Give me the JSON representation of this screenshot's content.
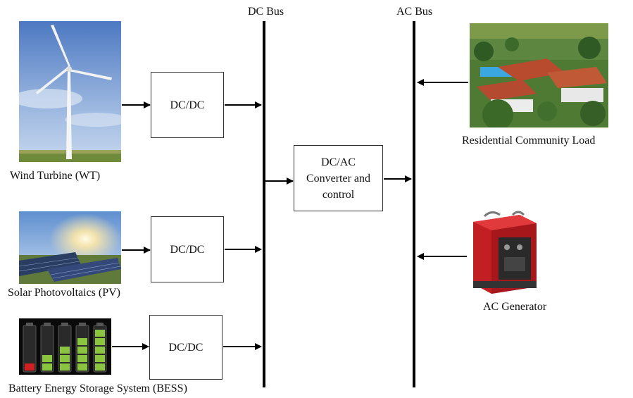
{
  "buses": {
    "dc_label": "DC Bus",
    "ac_label": "AC Bus"
  },
  "sources": {
    "wind": "Wind Turbine (WT)",
    "solar": "Solar Photovoltaics (PV)",
    "battery": "Battery Energy Storage System (BESS)"
  },
  "converters": {
    "dcdc_wind": "DC/DC",
    "dcdc_solar": "DC/DC",
    "dcdc_battery": "DC/DC",
    "dcac_line1": "DC/AC",
    "dcac_line2": "Converter and",
    "dcac_line3": "control"
  },
  "loads": {
    "residential": "Residential Community Load",
    "generator": "AC Generator"
  }
}
